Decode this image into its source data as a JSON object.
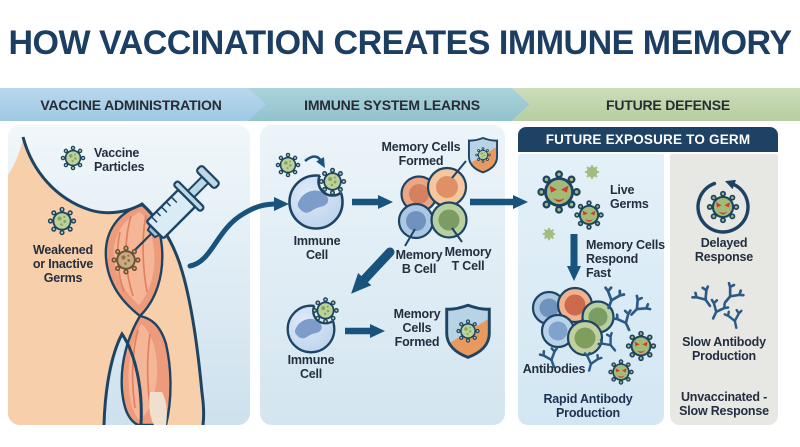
{
  "title": "HOW VACCINATION CREATES IMMUNE MEMORY",
  "banners": {
    "vaccine_administration": "VACCINE ADMINISTRATION",
    "immune_system_learns": "IMMUNE SYSTEM LEARNS",
    "future_defense": "FUTURE DEFENSE"
  },
  "left_panel": {
    "vaccine_particles": "Vaccine Particles",
    "weakened_germs": "Weakened or Inactive Germs"
  },
  "middle_panel": {
    "immune_cell_1": "Immune Cell",
    "memory_cells_formed_1": "Memory Cells Formed",
    "memory_b_cell": "Memory B Cell",
    "memory_t_cell": "Memory T Cell",
    "immune_cell_2": "Immune Cell",
    "memory_cells_formed_2": "Memory Cells Formed"
  },
  "right_panel": {
    "header": "FUTURE EXPOSURE TO GERM",
    "live_germs": "Live Germs",
    "memory_cells_respond": "Memory Cells Respond Fast",
    "antibodies": "Antibodies",
    "rapid_antibody": "Rapid Antibody Production",
    "delayed_response": "Delayed Response",
    "slow_antibody": "Slow Antibody Production",
    "unvaccinated": "Unvaccinated - Slow Response"
  },
  "icons": [
    "syringe-icon",
    "germ-icon",
    "weakened-germ-icon",
    "angry-germ-icon",
    "plain-germ-icon",
    "immune-cell-icon",
    "memory-cell-icon",
    "shield-icon",
    "antibody-icon",
    "arrow-icon",
    "delayed-response-icon"
  ],
  "colors": {
    "ink_navy": "#1e4463",
    "arrow_navy": "#17537c",
    "header_navy": "#1d4263",
    "title_navy": "#1c3e63",
    "germ_green": "#bdd29b",
    "angry_germ_green": "#a3bb79",
    "angry_red": "#d63a2c",
    "skin": "#f8cfab",
    "muscle": "#ee9b7c",
    "cell_blue": "#cddff2",
    "banner_blue": "#a9cee9",
    "banner_teal": "#9ccad4",
    "banner_green": "#c2d4ad"
  }
}
